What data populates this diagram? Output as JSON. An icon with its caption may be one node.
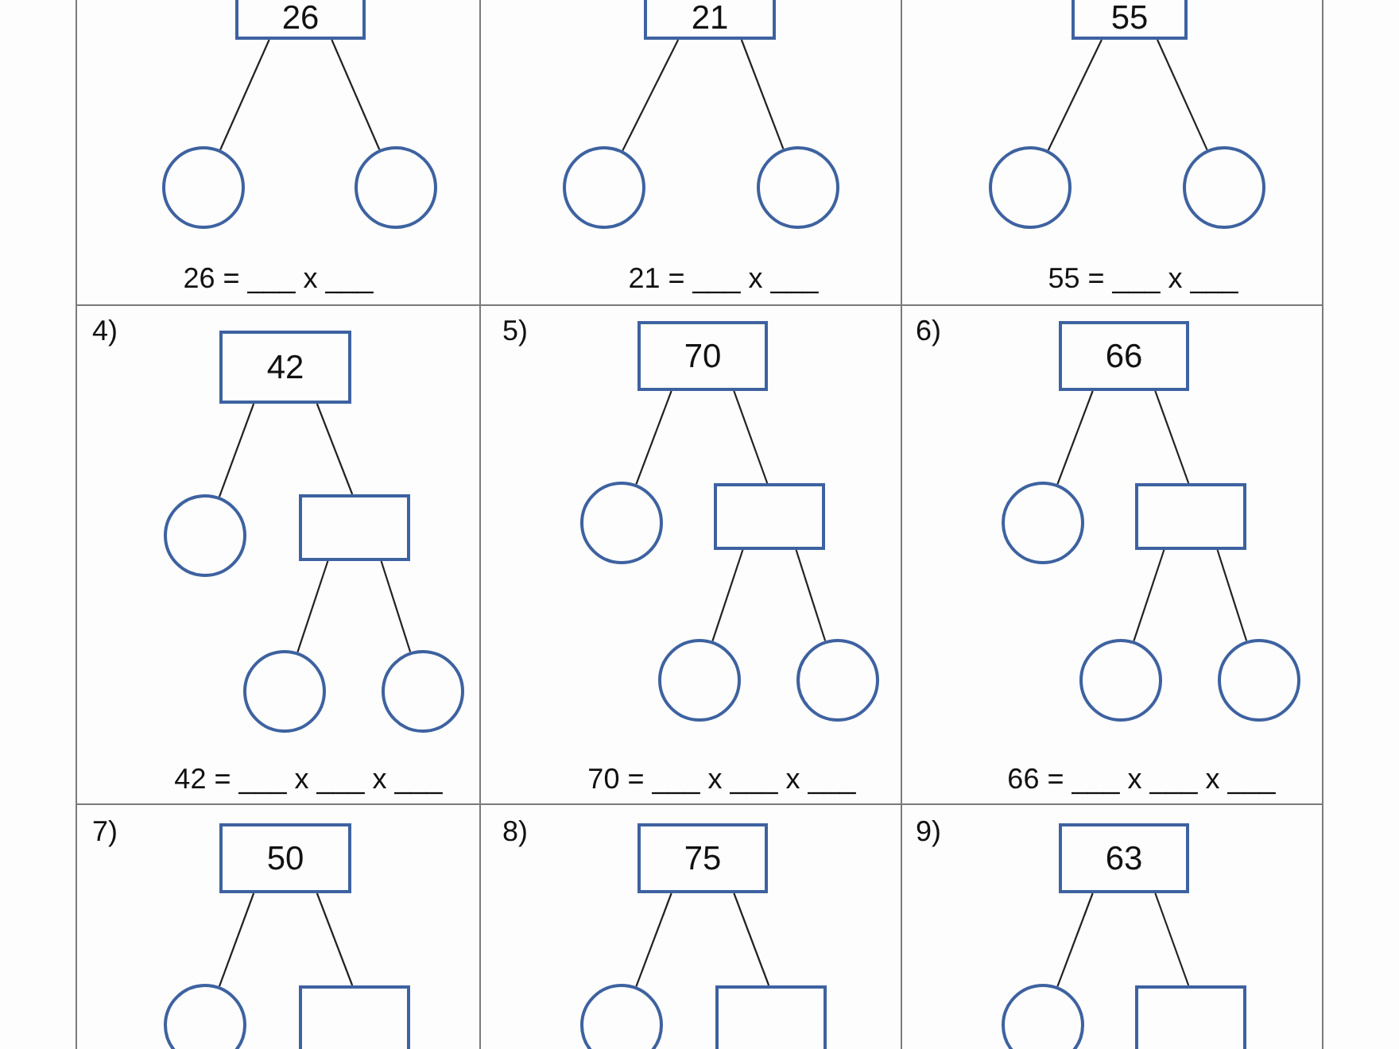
{
  "diagram": {
    "nodes": [
      {
        "text": [
          "26"
        ]
      },
      {
        "text": [],
        "shape": "circle"
      },
      {
        "text": [],
        "shape": "circle"
      },
      {
        "text": [
          "21"
        ]
      },
      {
        "text": [],
        "shape": "circle"
      },
      {
        "text": [],
        "shape": "circle"
      },
      {
        "text": [
          "55"
        ]
      },
      {
        "text": [],
        "shape": "circle"
      },
      {
        "text": [],
        "shape": "circle"
      },
      {
        "text": [
          "42"
        ]
      },
      {
        "text": [],
        "shape": "circle"
      },
      {
        "text": [],
        "shape": "box"
      },
      {
        "text": [],
        "shape": "circle"
      },
      {
        "text": [],
        "shape": "circle"
      },
      {
        "text": [
          "70"
        ]
      },
      {
        "text": [],
        "shape": "circle"
      },
      {
        "text": [],
        "shape": "box"
      },
      {
        "text": [],
        "shape": "circle"
      },
      {
        "text": [],
        "shape": "circle"
      },
      {
        "text": [
          "66"
        ]
      },
      {
        "text": [],
        "shape": "circle"
      },
      {
        "text": [],
        "shape": "box"
      },
      {
        "text": [],
        "shape": "circle"
      },
      {
        "text": [],
        "shape": "circle"
      },
      {
        "text": [
          "50"
        ]
      },
      {
        "text": [],
        "shape": "circle"
      },
      {
        "text": [],
        "shape": "box"
      },
      {
        "text": [
          "75"
        ]
      },
      {
        "text": [],
        "shape": "circle"
      },
      {
        "text": [],
        "shape": "box"
      },
      {
        "text": [
          "63"
        ]
      },
      {
        "text": [],
        "shape": "circle"
      },
      {
        "text": [],
        "shape": "box"
      }
    ],
    "edges": [
      {
        "from": 0,
        "to": 1,
        "arrow": "none"
      },
      {
        "from": 0,
        "to": 2,
        "arrow": "none"
      },
      {
        "from": 3,
        "to": 4,
        "arrow": "none"
      },
      {
        "from": 3,
        "to": 5,
        "arrow": "none"
      },
      {
        "from": 6,
        "to": 7,
        "arrow": "none"
      },
      {
        "from": 6,
        "to": 8,
        "arrow": "none"
      },
      {
        "from": 9,
        "to": 10,
        "arrow": "none"
      },
      {
        "from": 9,
        "to": 11,
        "arrow": "none"
      },
      {
        "from": 11,
        "to": 12,
        "arrow": "none"
      },
      {
        "from": 11,
        "to": 13,
        "arrow": "none"
      },
      {
        "from": 14,
        "to": 15,
        "arrow": "none"
      },
      {
        "from": 14,
        "to": 16,
        "arrow": "none"
      },
      {
        "from": 16,
        "to": 17,
        "arrow": "none"
      },
      {
        "from": 16,
        "to": 18,
        "arrow": "none"
      },
      {
        "from": 19,
        "to": 20,
        "arrow": "none"
      },
      {
        "from": 19,
        "to": 21,
        "arrow": "none"
      },
      {
        "from": 21,
        "to": 22,
        "arrow": "none"
      },
      {
        "from": 21,
        "to": 23,
        "arrow": "none"
      },
      {
        "from": 24,
        "to": 25,
        "arrow": "none"
      },
      {
        "from": 24,
        "to": 26,
        "arrow": "none"
      },
      {
        "from": 27,
        "to": 28,
        "arrow": "none"
      },
      {
        "from": 27,
        "to": 29,
        "arrow": "none"
      },
      {
        "from": 30,
        "to": 31,
        "arrow": "none"
      },
      {
        "from": 30,
        "to": 32,
        "arrow": "none"
      }
    ],
    "labels": [
      "26 = ___ x ___",
      "21 = ___ x ___",
      "55 = ___ x ___",
      "4)",
      "5)",
      "6)",
      "42 = ___ x ___ x ___",
      "70 = ___ x ___ x ___",
      "66 = ___ x ___ x ___",
      "7)",
      "8)",
      "9)"
    ]
  }
}
